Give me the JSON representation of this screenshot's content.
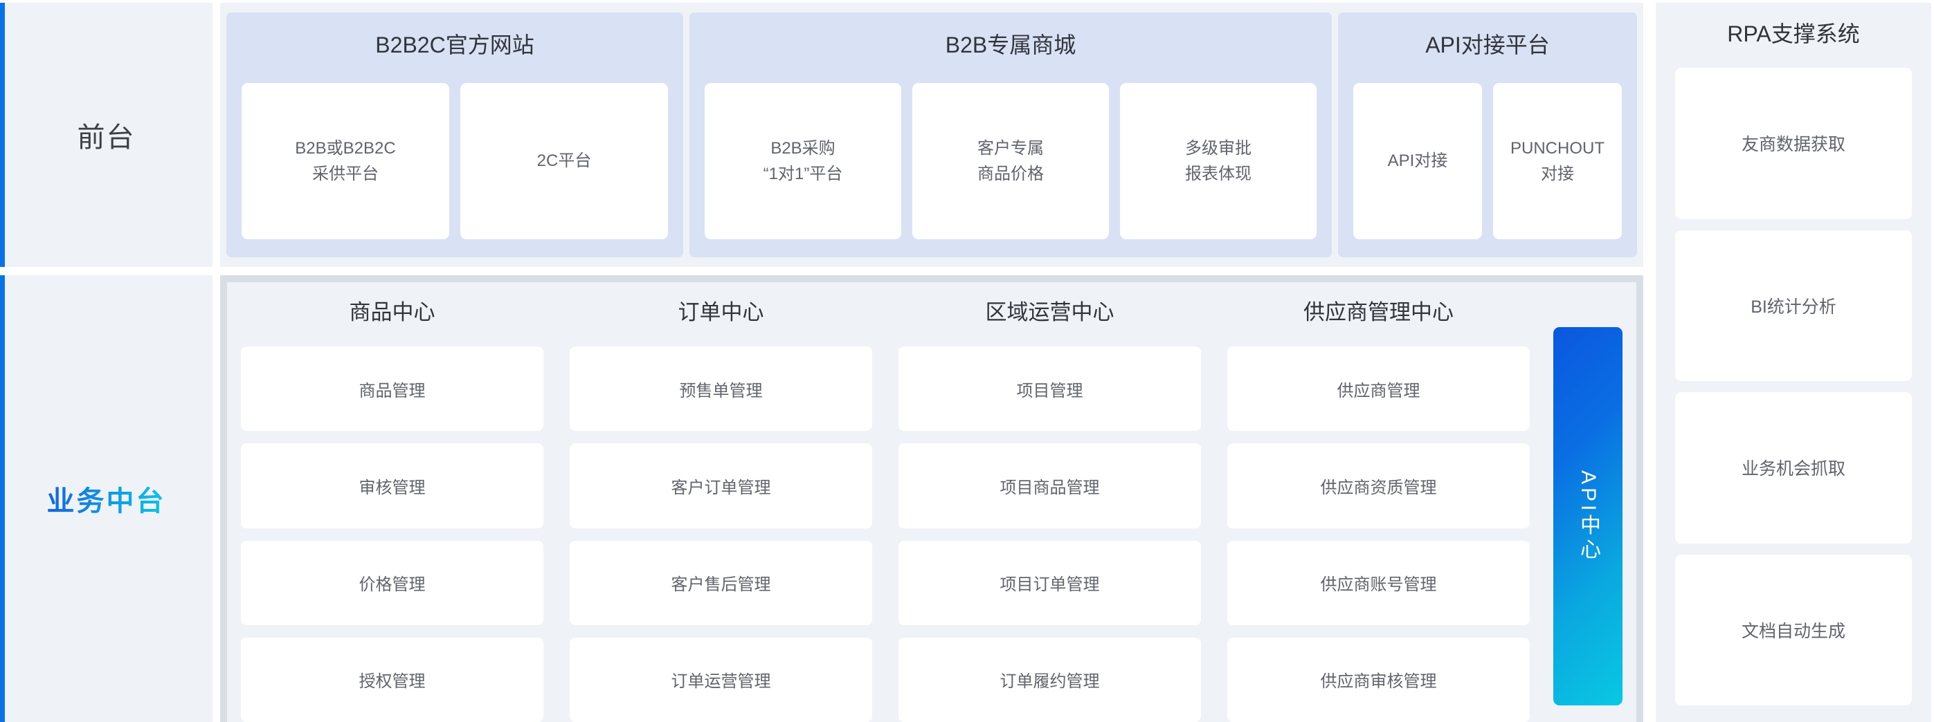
{
  "theme": {
    "panel_bg": "#eff2f7",
    "group_bg": "#d9e2f4",
    "card_bg": "#ffffff",
    "accent_blue": "#0a72e8",
    "accent_cyan": "#09c8e2",
    "text_dark": "#31353b",
    "text_muted": "#60646b",
    "border_gray": "#d9dee5"
  },
  "rails": [
    {
      "label": "前台"
    },
    {
      "label": "业务中台"
    }
  ],
  "front_stage": {
    "groups": [
      {
        "title": "B2B2C官方网站",
        "cards": [
          {
            "label": "B2B或B2B2C\n采供平台"
          },
          {
            "label": "2C平台"
          }
        ]
      },
      {
        "title": "B2B专属商城",
        "cards": [
          {
            "label": "B2B采购\n“1对1”平台"
          },
          {
            "label": "客户专属\n商品价格"
          },
          {
            "label": "多级审批\n报表体现"
          }
        ]
      },
      {
        "title": "API对接平台",
        "cards": [
          {
            "label": "API对接"
          },
          {
            "label": "PUNCHOUT\n对接"
          }
        ]
      }
    ]
  },
  "middle_platform": {
    "columns": [
      {
        "title": "商品中心",
        "items": [
          {
            "label": "商品管理"
          },
          {
            "label": "审核管理"
          },
          {
            "label": "价格管理"
          },
          {
            "label": "授权管理"
          }
        ]
      },
      {
        "title": "订单中心",
        "items": [
          {
            "label": "预售单管理"
          },
          {
            "label": "客户订单管理"
          },
          {
            "label": "客户售后管理"
          },
          {
            "label": "订单运营管理"
          }
        ]
      },
      {
        "title": "区域运营中心",
        "items": [
          {
            "label": "项目管理"
          },
          {
            "label": "项目商品管理"
          },
          {
            "label": "项目订单管理"
          },
          {
            "label": "订单履约管理"
          }
        ]
      },
      {
        "title": "供应商管理中心",
        "items": [
          {
            "label": "供应商管理"
          },
          {
            "label": "供应商资质管理"
          },
          {
            "label": "供应商账号管理"
          },
          {
            "label": "供应商审核管理"
          }
        ]
      }
    ],
    "api_center": {
      "label": "API中心"
    }
  },
  "rpa": {
    "title": "RPA支撑系统",
    "items": [
      {
        "label": "友商数据获取"
      },
      {
        "label": "BI统计分析"
      },
      {
        "label": "业务机会抓取"
      },
      {
        "label": "文档自动生成"
      }
    ]
  }
}
